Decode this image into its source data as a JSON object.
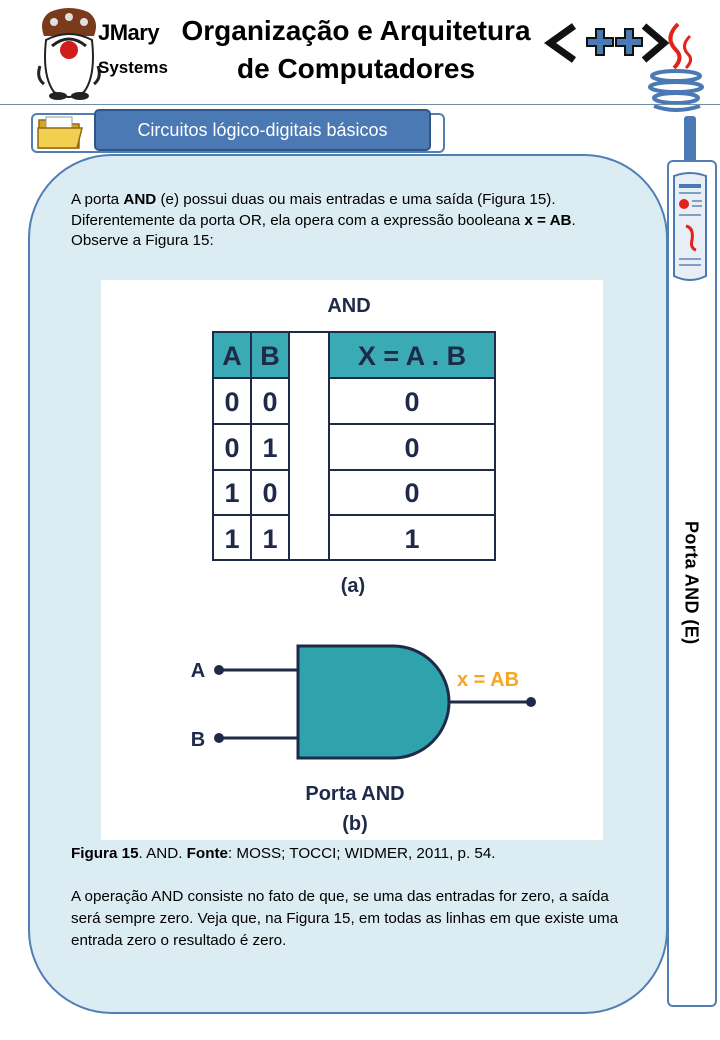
{
  "header": {
    "brand_line1": "JMary",
    "brand_line2": "Systems",
    "title": "Organização e Arquitetura de Computadores",
    "icons": [
      "mascot-logo-icon",
      "cpp-logo-icon",
      "java-cup-icon"
    ]
  },
  "section": {
    "title": "Circuitos lógico-digitais básicos",
    "icon": "folder-icon"
  },
  "side_tab": {
    "label": "Porta AND (E)",
    "icon": "newspaper-icon"
  },
  "intro": {
    "p1_a": "A porta ",
    "p1_b": "AND",
    "p1_c": " (e) possui duas ou mais entradas e uma saída (Figura 15). Diferentemente da porta OR, ela opera com a expressão booleana ",
    "p1_d": "x = AB",
    "p1_e": ".",
    "p2": "Observe a Figura 15:"
  },
  "figure": {
    "table_title": "AND",
    "headers": [
      "A",
      "B",
      "X = A . B"
    ],
    "rows": [
      [
        "0",
        "0",
        "0"
      ],
      [
        "0",
        "1",
        "0"
      ],
      [
        "1",
        "0",
        "0"
      ],
      [
        "1",
        "1",
        "1"
      ]
    ],
    "label_a": "(a)",
    "input_a": "A",
    "input_b": "B",
    "output_expr": "x = AB",
    "gate_label": "Porta AND",
    "label_b": "(b)",
    "colors": {
      "header_fill": "#3aabb4",
      "gate_fill": "#2fa3ab",
      "line": "#1e2a48",
      "output_text": "#f5a623"
    }
  },
  "caption": {
    "bold1": "Figura 15",
    "text1": ". AND. ",
    "bold2": "Fonte",
    "text2": ": MOSS; TOCCI; WIDMER, 2011, p. 54."
  },
  "body2": "A operação AND consiste no fato de que, se uma das entradas for zero, a saída será sempre zero. Veja que, na Figura 15, em todas as linhas em que existe uma entrada zero o resultado é zero."
}
